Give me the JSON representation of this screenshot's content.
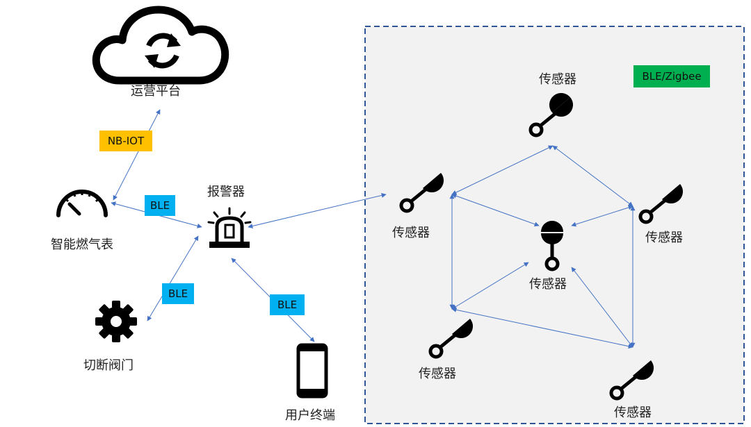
{
  "nodes": {
    "cloud": "运营平台",
    "meter": "智能燃气表",
    "alarm": "报警器",
    "valve": "切断阀门",
    "terminal": "用户终端",
    "sensor": "传感器"
  },
  "links": {
    "nbiot": "NB-IOT",
    "ble": "BLE",
    "mesh": "BLE/Zigbee"
  },
  "colors": {
    "arrow": "#4472c4",
    "nbiot_tag": "#ffc000",
    "ble_tag": "#00b0f0",
    "mesh_tag": "#00b050",
    "zone_bg": "#f2f2f2",
    "zone_border": "#2f5597"
  },
  "icons": [
    "cloud-sync-icon",
    "gauge-icon",
    "alarm-light-icon",
    "gear-icon",
    "smartphone-icon",
    "sensor-probe-icon"
  ]
}
